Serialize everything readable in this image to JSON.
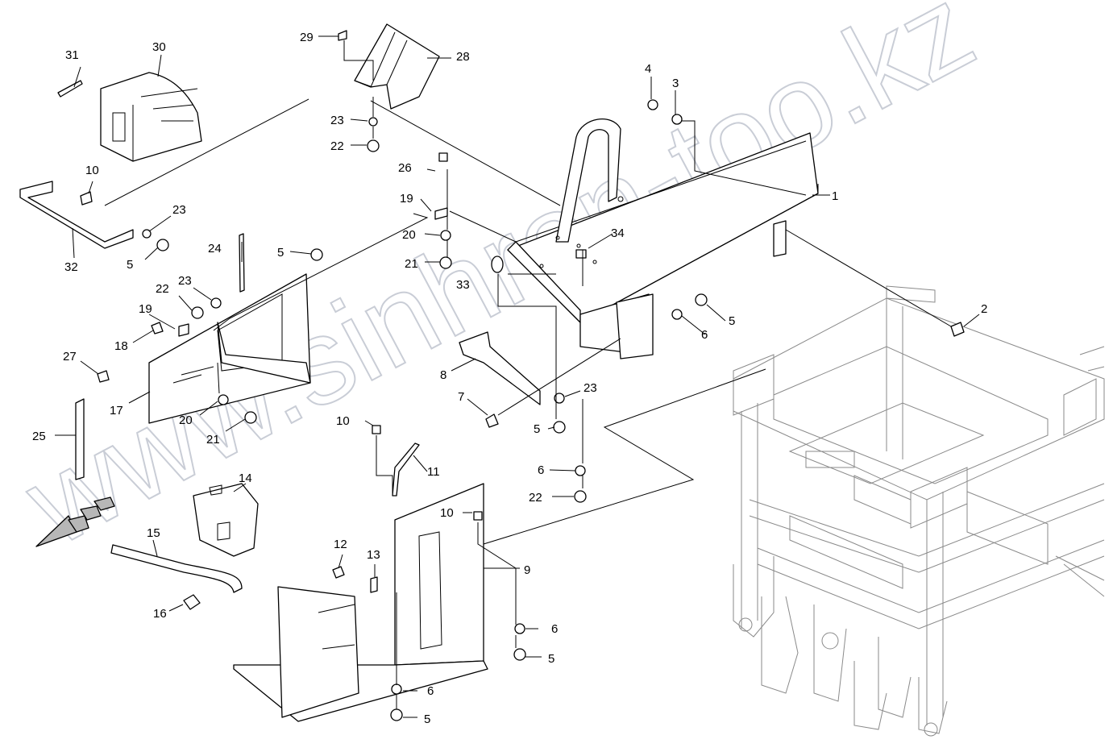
{
  "diagram": {
    "watermark": "www.sinhron-too.kz",
    "callouts": [
      "1",
      "2",
      "3",
      "4",
      "5",
      "6",
      "7",
      "8",
      "9",
      "10",
      "11",
      "12",
      "13",
      "14",
      "15",
      "16",
      "17",
      "18",
      "19",
      "20",
      "21",
      "22",
      "23",
      "24",
      "25",
      "26",
      "27",
      "28",
      "29",
      "30",
      "31",
      "32",
      "33",
      "34"
    ]
  }
}
